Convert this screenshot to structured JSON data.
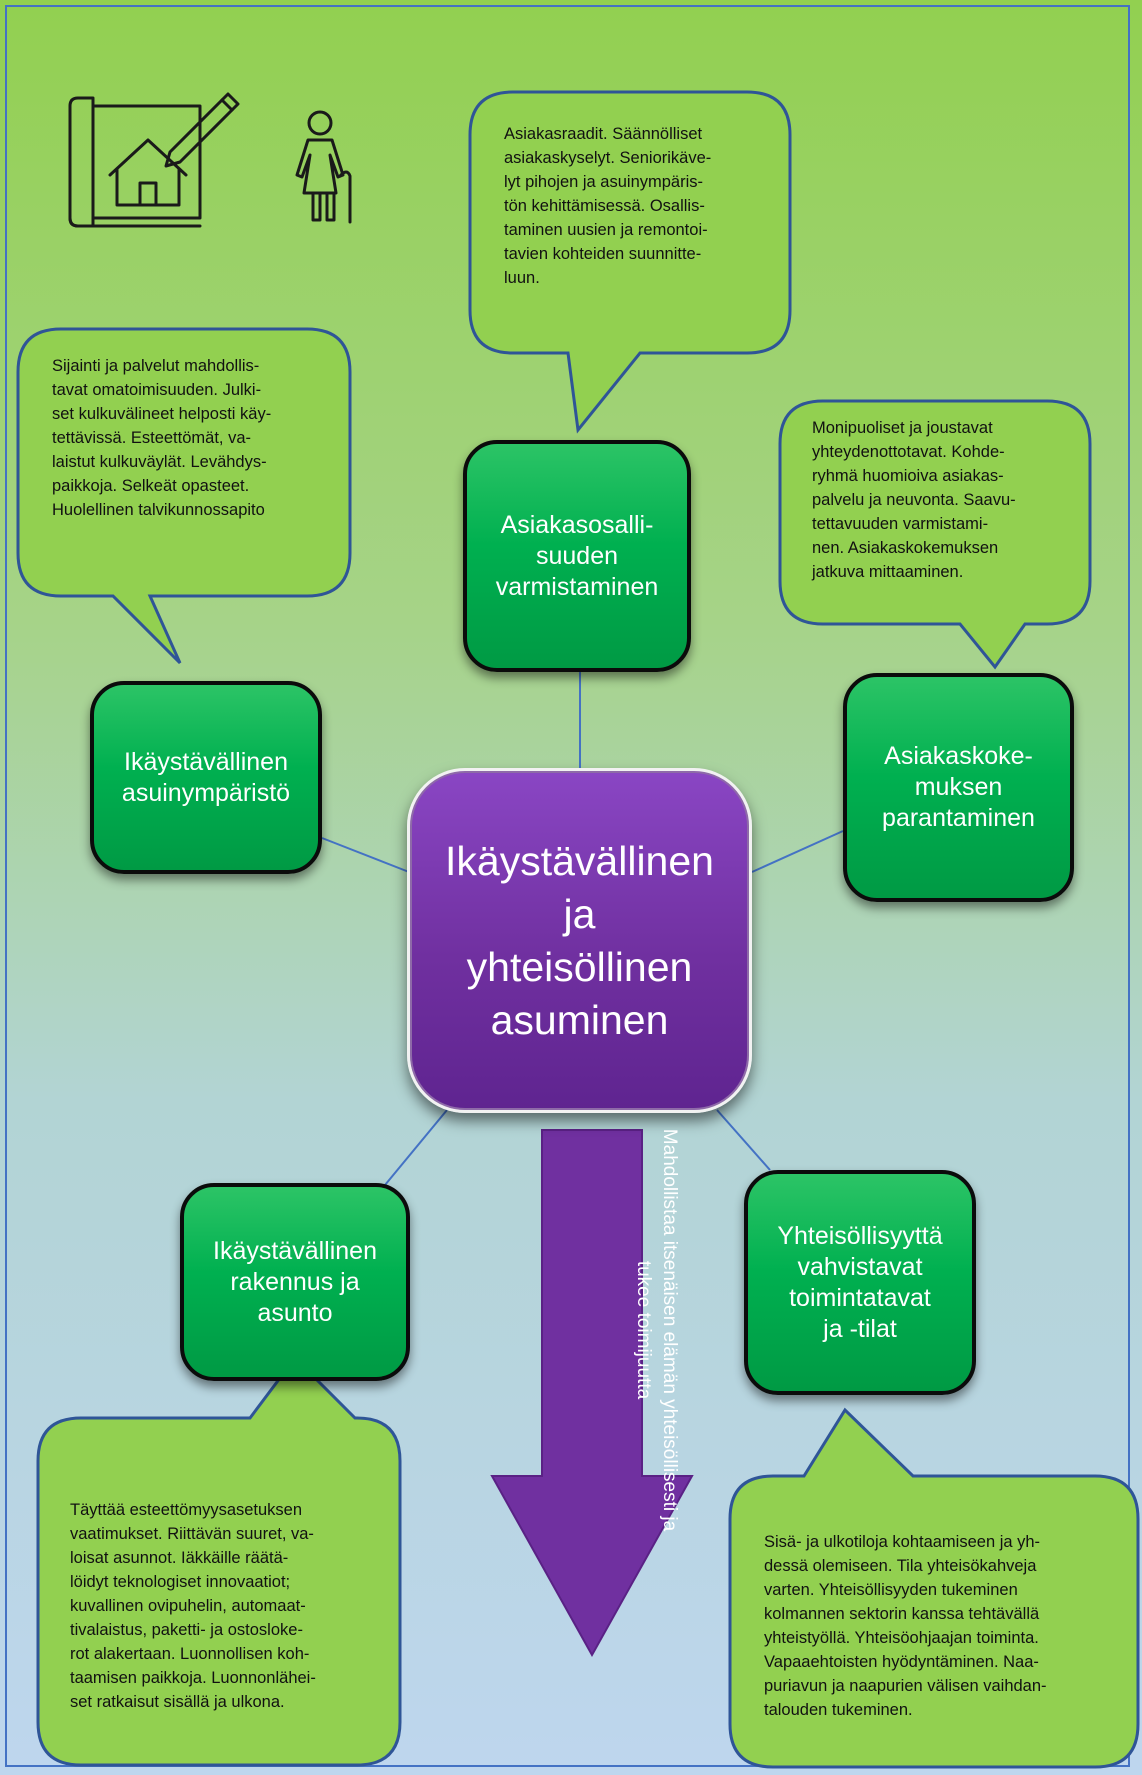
{
  "colors": {
    "node_green": "#00b050",
    "node_border": "#0b0b0b",
    "center_purple": "#7030a0",
    "bubble_green": "#92d050",
    "bubble_border": "#2f5597",
    "connector": "#4472c4",
    "frame": "#4472c4"
  },
  "icons": [
    "blueprint-house-pencil-icon",
    "elderly-person-with-cane-icon"
  ],
  "center": {
    "lines": [
      "Ikäystävällinen",
      "ja",
      "yhteisöllinen",
      "asuminen"
    ]
  },
  "nodes": {
    "asiakasosallisuus": {
      "lines": [
        "Asiakasosalli-",
        "suuden",
        "varmistaminen"
      ]
    },
    "asuinymparisto": {
      "lines": [
        "Ikäystävällinen",
        "asuinympäristö"
      ]
    },
    "asiakaskokemus": {
      "lines": [
        "Asiakaskoke-",
        "muksen",
        "parantaminen"
      ]
    },
    "rakennus": {
      "lines": [
        "Ikäystävällinen",
        "rakennus ja",
        "asunto"
      ]
    },
    "yhteisollisyys": {
      "lines": [
        "Yhteisöllisyyttä",
        "vahvistavat",
        "toimintatavat",
        "ja -tilat"
      ]
    }
  },
  "bubbles": {
    "asiakasosallisuus": {
      "lines": [
        "Asiakasraadit. Säännölliset",
        "asiakaskyselyt. Seniorikäve-",
        "lyt pihojen ja asuinympäris-",
        "tön kehittämisessä. Osallis-",
        "taminen uusien ja remontoi-",
        "tavien kohteiden suunnitte-",
        "luun."
      ]
    },
    "asuinymparisto": {
      "lines": [
        "Sijainti ja palvelut mahdollis-",
        "tavat omatoimisuuden.  Julki-",
        "set kulkuvälineet helposti käy-",
        "tettävissä. Esteettömät, va-",
        "laistut kulkuväylät. Levähdys-",
        "paikkoja. Selkeät opasteet.",
        "Huolellinen talvikunnossapito"
      ]
    },
    "asiakaskokemus": {
      "lines": [
        "Monipuoliset ja joustavat",
        "yhteydenottotavat. Kohde-",
        "ryhmä huomioiva asiakas-",
        "palvelu ja neuvonta. Saavu-",
        "tettavuuden varmistami-",
        "nen. Asiakaskokemuksen",
        "jatkuva mittaaminen."
      ]
    },
    "rakennus": {
      "lines": [
        "Täyttää esteettömyysasetuksen",
        "vaatimukset. Riittävän suuret, va-",
        "loisat asunnot. Iäkkäille räätä-",
        "löidyt teknologiset innovaatiot;",
        "kuvallinen ovipuhelin, automaat-",
        "tivalaistus, paketti- ja ostosloke-",
        "rot alakertaan.  Luonnollisen koh-",
        "taamisen paikkoja. Luonnonlähei-",
        "set ratkaisut sisällä ja ulkona."
      ]
    },
    "yhteisollisyys": {
      "lines": [
        "Sisä- ja ulkotiloja kohtaamiseen ja yh-",
        "dessä olemiseen. Tila yhteisökahveja",
        "varten. Yhteisöllisyyden tukeminen",
        "kolmannen sektorin kanssa tehtävällä",
        "yhteistyöllä. Yhteisöohjaajan toiminta.",
        "Vapaaehtoisten hyödyntäminen. Naa-",
        "puriavun ja naapurien välisen vaihdan-",
        "talouden tukeminen."
      ]
    }
  },
  "arrow": {
    "lines": [
      "Mahdollistaa itsenäisen elämän yhteisöllisesti ja",
      "tukee toimijuutta"
    ]
  }
}
